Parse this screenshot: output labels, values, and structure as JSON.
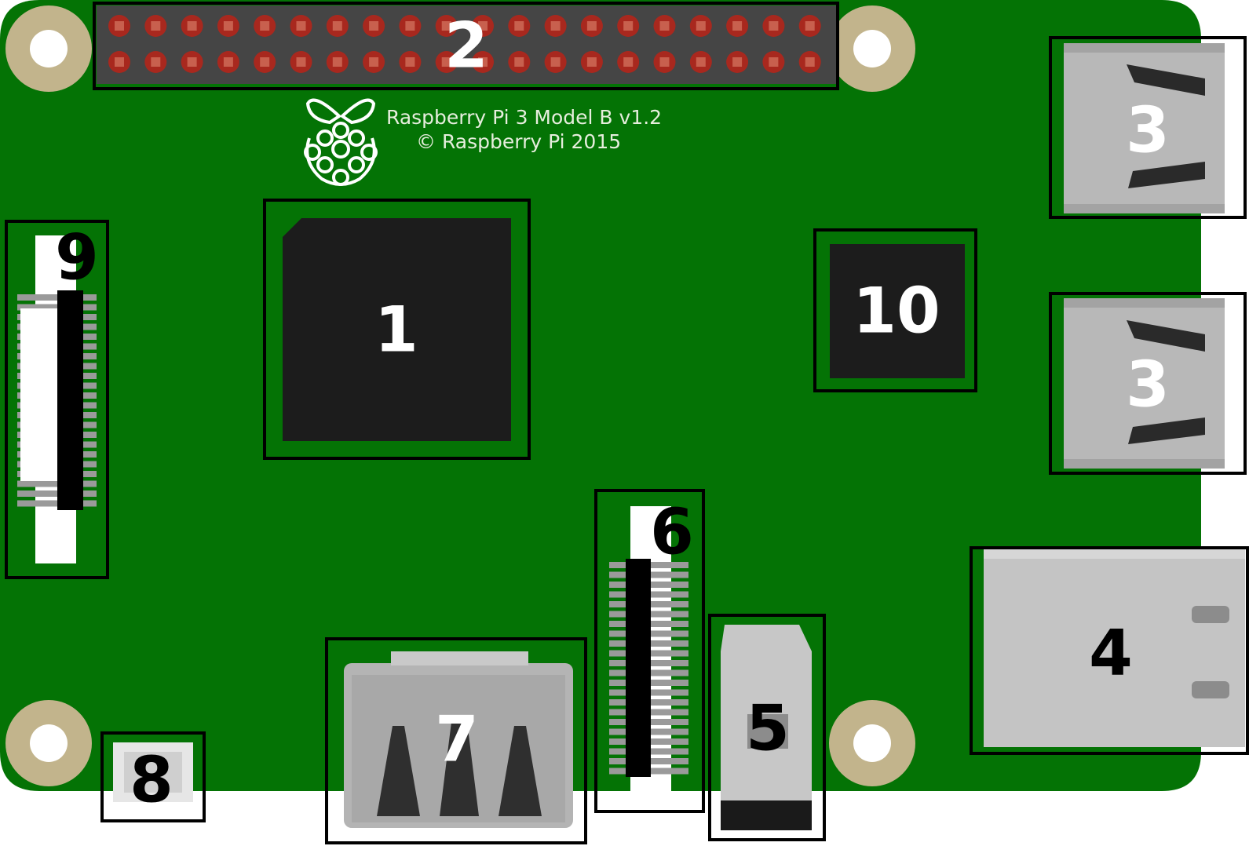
{
  "board": {
    "silkscreen_line1": "Raspberry Pi 3 Model B v1.2",
    "silkscreen_line2": "© Raspberry Pi 2015",
    "colors": {
      "pcb": "#047305",
      "mount_ring": "#c2b48c",
      "chip": "#1c1c1c",
      "pin": "#a8281e",
      "header": "#454545"
    }
  },
  "labels": {
    "cpu": "1",
    "gpio": "2",
    "usb_top": "3",
    "usb_bottom": "3",
    "ethernet": "4",
    "audio": "5",
    "camera": "6",
    "hdmi": "7",
    "power": "8",
    "display": "9",
    "lan_chip": "10"
  },
  "icons": {
    "logo": "raspberry-logo-icon"
  }
}
